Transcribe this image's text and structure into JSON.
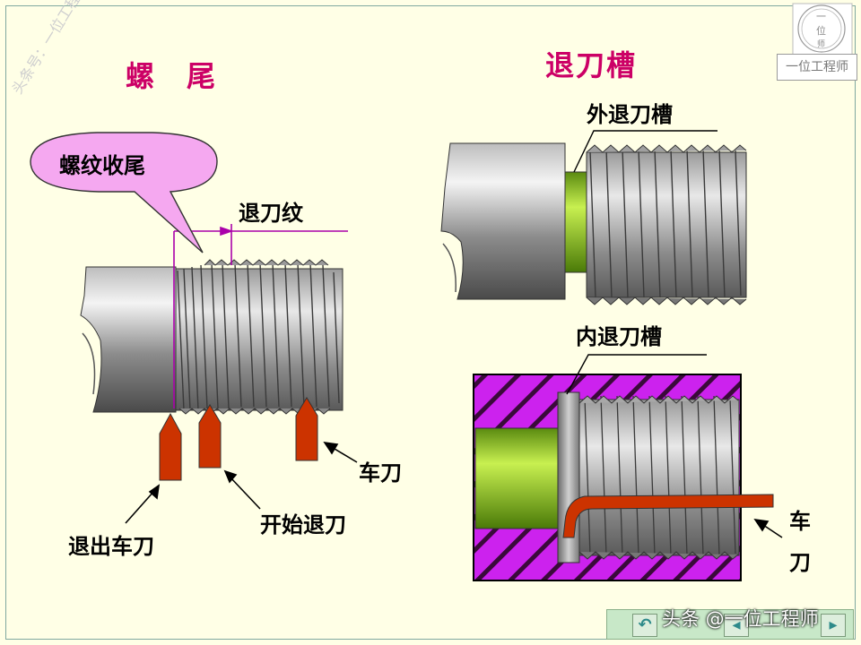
{
  "left": {
    "title": "螺　尾",
    "bubble": "螺纹收尾",
    "runout_label": "退刀纹",
    "tool_label": "车刀",
    "start_label": "开始退刀",
    "exit_label": "退出车刀"
  },
  "right": {
    "title": "退刀槽",
    "outer_label": "外退刀槽",
    "inner_label": "内退刀槽",
    "tool_label_1": "车",
    "tool_label_2": "刀"
  },
  "watermark": "头条号：一位工程师",
  "logo": {
    "seal_chars": [
      "一",
      "位",
      "师"
    ],
    "caption": "一位工程师"
  },
  "footer": {
    "brand": "头条 @一位工程师"
  },
  "colors": {
    "title": "#cc0066",
    "leader": "#aa00aa",
    "tool": "#cc3300",
    "groove": "#88cc22",
    "hatch": "#cc22ee",
    "bubble": "#f5a8f0"
  }
}
